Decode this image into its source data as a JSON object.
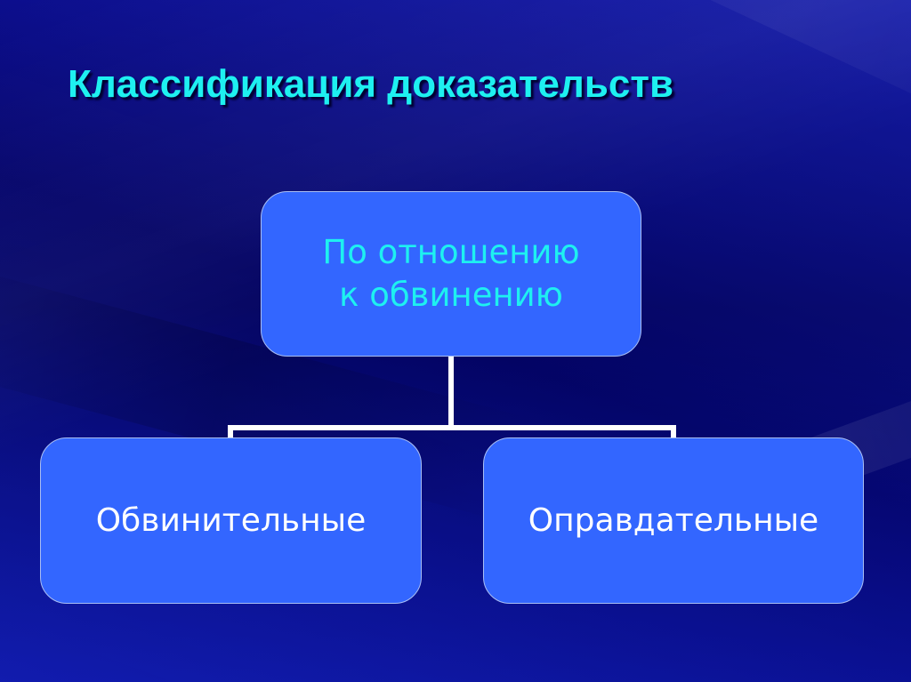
{
  "slide": {
    "title": "Классификация доказательств",
    "colors": {
      "background": "#05057a",
      "title": "#1ef0f0",
      "box_fill": "#3366ff",
      "box_border": "#a9bff5",
      "connector": "#ffffff",
      "root_text": "#1ef0f0",
      "child_text": "#ffffff"
    }
  },
  "diagram": {
    "root": {
      "line1": "По отношению",
      "line2": "к обвинению"
    },
    "children": [
      {
        "label": "Обвинительные"
      },
      {
        "label": "Оправдательные"
      }
    ]
  }
}
